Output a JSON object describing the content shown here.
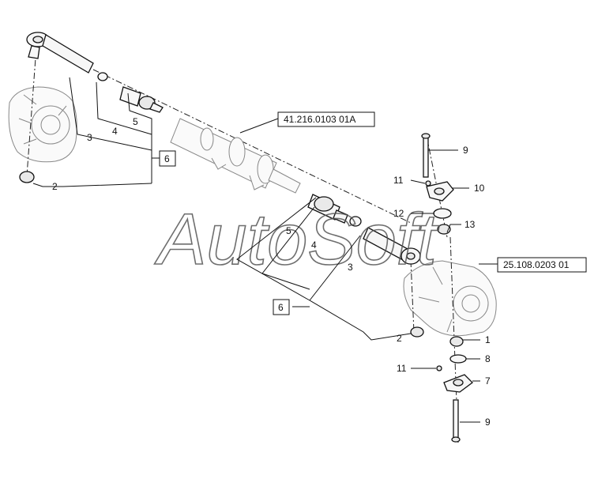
{
  "diagram": {
    "watermark": "AutoSoft",
    "references": {
      "steering_cylinder": "41.216.0103 01A",
      "axle_housing": "25.108.0203 01"
    },
    "callouts": {
      "c1": "1",
      "c2_left": "2",
      "c2_right": "2",
      "c3_left": "3",
      "c3_right": "3",
      "c4_left": "4",
      "c4_right": "4",
      "c5_left": "5",
      "c5_right": "5",
      "c6_left": "6",
      "c6_right": "6",
      "c7": "7",
      "c8": "8",
      "c9_top": "9",
      "c9_bottom": "9",
      "c10": "10",
      "c11_top": "11",
      "c11_bottom": "11",
      "c12": "12",
      "c13": "13"
    }
  }
}
